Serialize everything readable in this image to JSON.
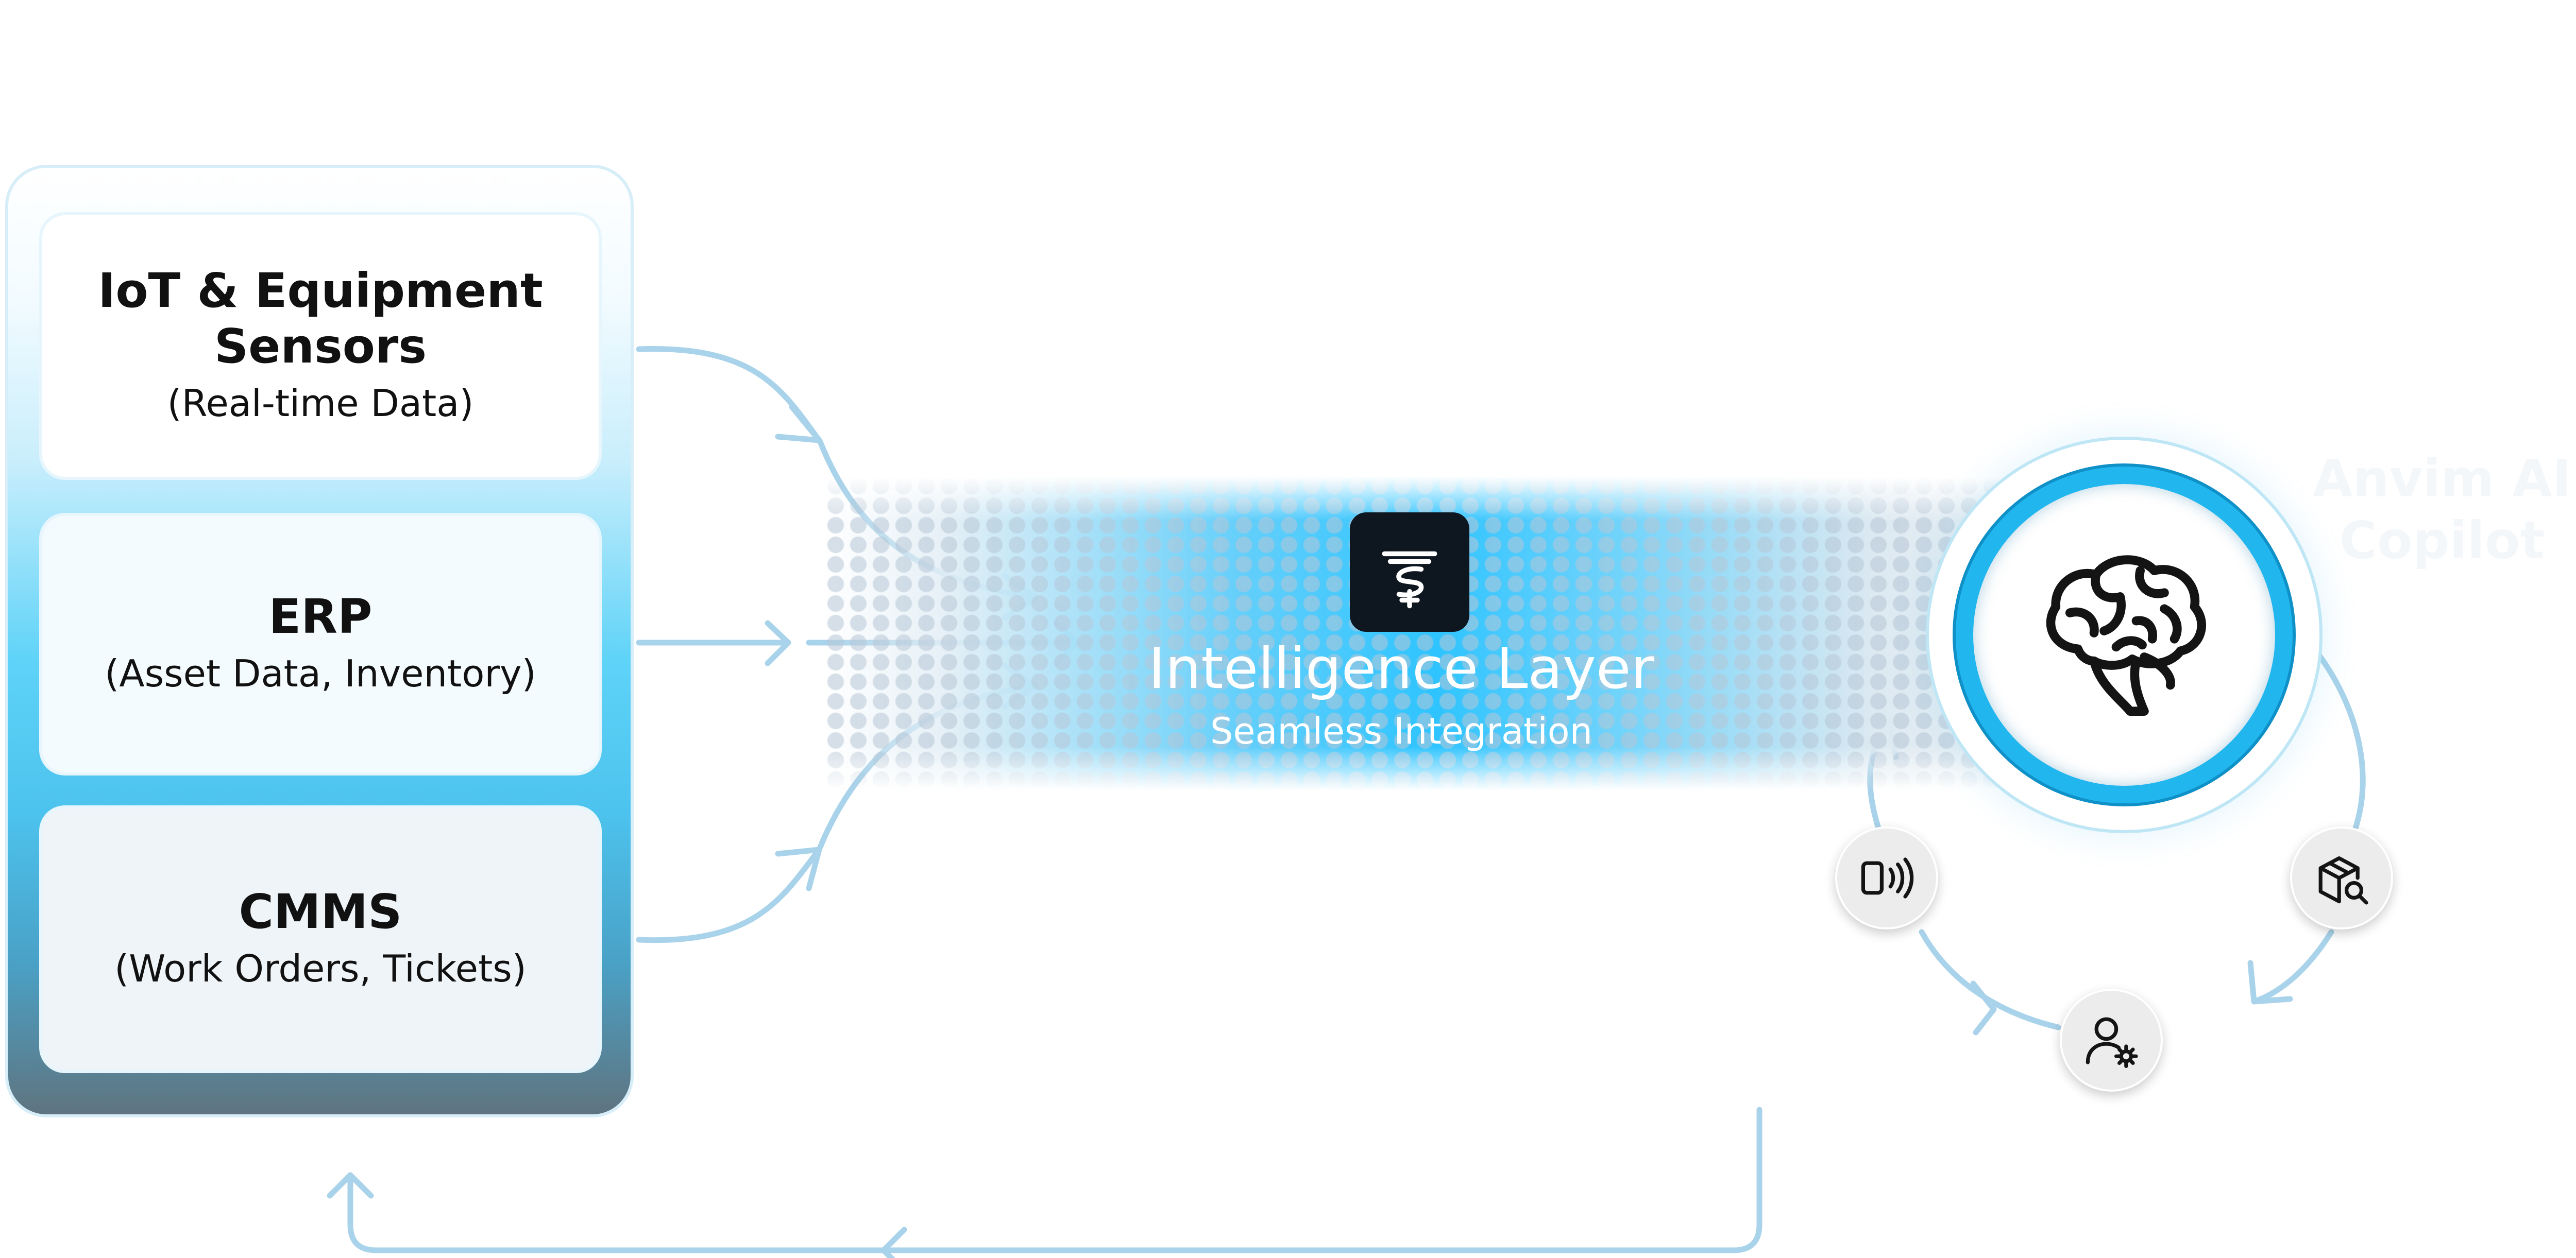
{
  "sources": [
    {
      "title": "IoT & Equipment Sensors",
      "subtitle": "(Real-time Data)"
    },
    {
      "title": "ERP",
      "subtitle": "(Asset Data, Inventory)"
    },
    {
      "title": "CMMS",
      "subtitle": "(Work Orders, Tickets)"
    }
  ],
  "intelligence_layer": {
    "title": "Intelligence Layer",
    "subtitle": "Seamless Integration",
    "logo_icon": "layered-s-logo-icon"
  },
  "ai_hub": {
    "label": "Anvim AI Copilot",
    "icon": "brain-icon"
  },
  "cycle_nodes": [
    {
      "icon": "device-signal-icon"
    },
    {
      "icon": "package-search-icon"
    },
    {
      "icon": "user-settings-icon"
    }
  ],
  "colors": {
    "accent": "#22b6ef",
    "connector": "#a9d3ea",
    "panel_bottom": "#5f7480",
    "logo_tile": "#0e1620"
  }
}
